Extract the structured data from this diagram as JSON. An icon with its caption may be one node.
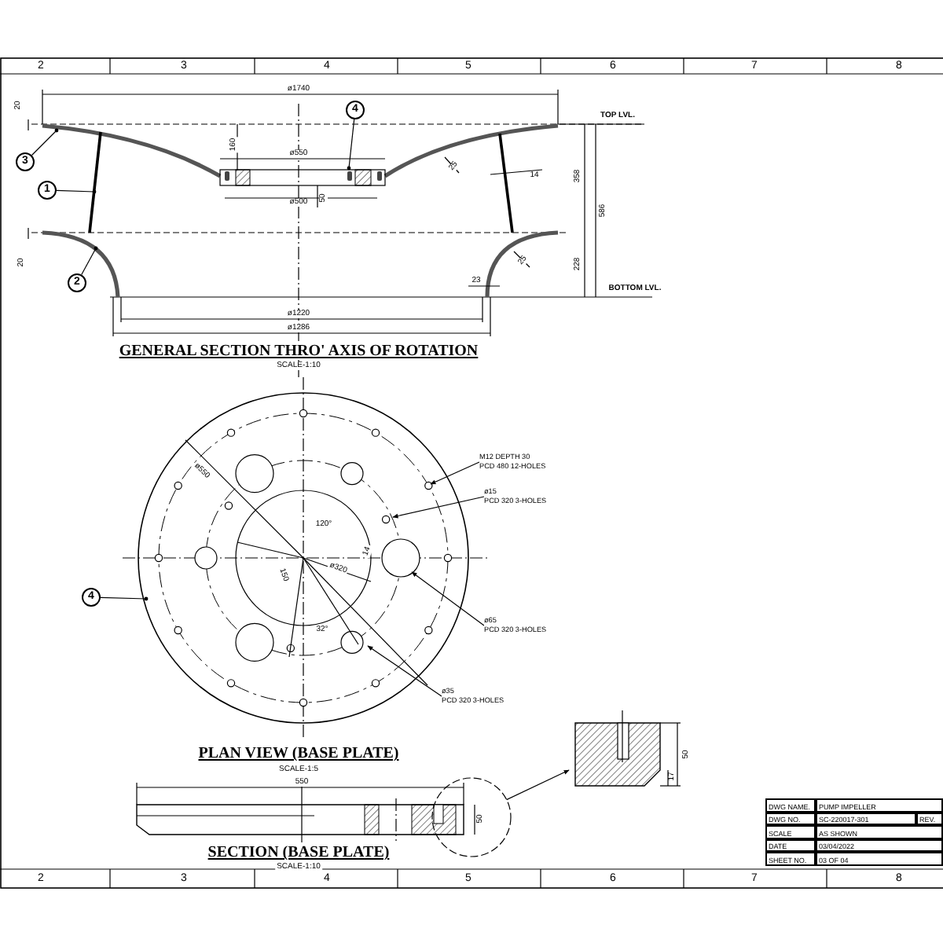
{
  "diagram": {
    "nodes": [
      {
        "text": [
          "3"
        ]
      },
      {
        "text": [
          "1"
        ]
      },
      {
        "text": [
          "2"
        ]
      },
      {
        "text": [
          "4"
        ]
      },
      {
        "text": [
          "4"
        ]
      },
      {
        "text": [
          "M12 DEPTH 30",
          "PCD 480 12-HOLES"
        ]
      },
      {
        "text": [
          "ø15",
          "PCD 320 3-HOLES"
        ]
      },
      {
        "text": [
          "ø65",
          "PCD 320 3-HOLES"
        ]
      },
      {
        "text": [
          "ø35",
          "PCD 320 3-HOLES"
        ]
      },
      {
        "text": [],
        "shape": "circle"
      },
      {
        "text": [],
        "shape": "picture"
      }
    ],
    "edges": [
      {
        "from": 0,
        "to": null,
        "arrow": "other"
      },
      {
        "from": 1,
        "to": null,
        "arrow": "other"
      },
      {
        "from": 2,
        "to": null,
        "arrow": "other"
      },
      {
        "from": 3,
        "to": null,
        "arrow": "other"
      },
      {
        "from": 4,
        "to": null,
        "arrow": "other"
      },
      {
        "from": 5,
        "to": null,
        "arrow": "to"
      },
      {
        "from": 6,
        "to": null,
        "arrow": "to"
      },
      {
        "from": 7,
        "to": null,
        "arrow": "to"
      },
      {
        "from": 8,
        "to": null,
        "arrow": "to"
      },
      {
        "from": 9,
        "to": 10,
        "arrow": "to"
      }
    ],
    "labels": [
      "2",
      "3",
      "4",
      "5",
      "6",
      "7",
      "8",
      "20",
      "ø1740",
      "TOP LVL.",
      "160",
      "ø550",
      "25",
      "14",
      "358",
      "586",
      "ø500",
      "50",
      "20",
      "25",
      "228",
      "23",
      "BOTTOM LVL.",
      "ø1220",
      "ø1286",
      "GENERAL SECTION THRO' AXIS OF ROTATION",
      "SCALE-1:10",
      "ø550",
      "120°",
      "14",
      "ø320",
      "150",
      "32°",
      "PLAN VIEW (BASE PLATE)",
      "SCALE-1:5",
      "550",
      "50",
      "50",
      "17",
      "SECTION (BASE PLATE)",
      "SCALE-1:10",
      "DWG NAME.",
      "PUMP IMPELLER",
      "DWG NO.",
      "SC-220017-301",
      "REV.",
      "SCALE",
      "AS SHOWN",
      "DATE",
      "03/04/2022",
      "SHEET NO.",
      "03 OF 04",
      "2",
      "3",
      "4",
      "5",
      "6",
      "7",
      "8"
    ]
  }
}
